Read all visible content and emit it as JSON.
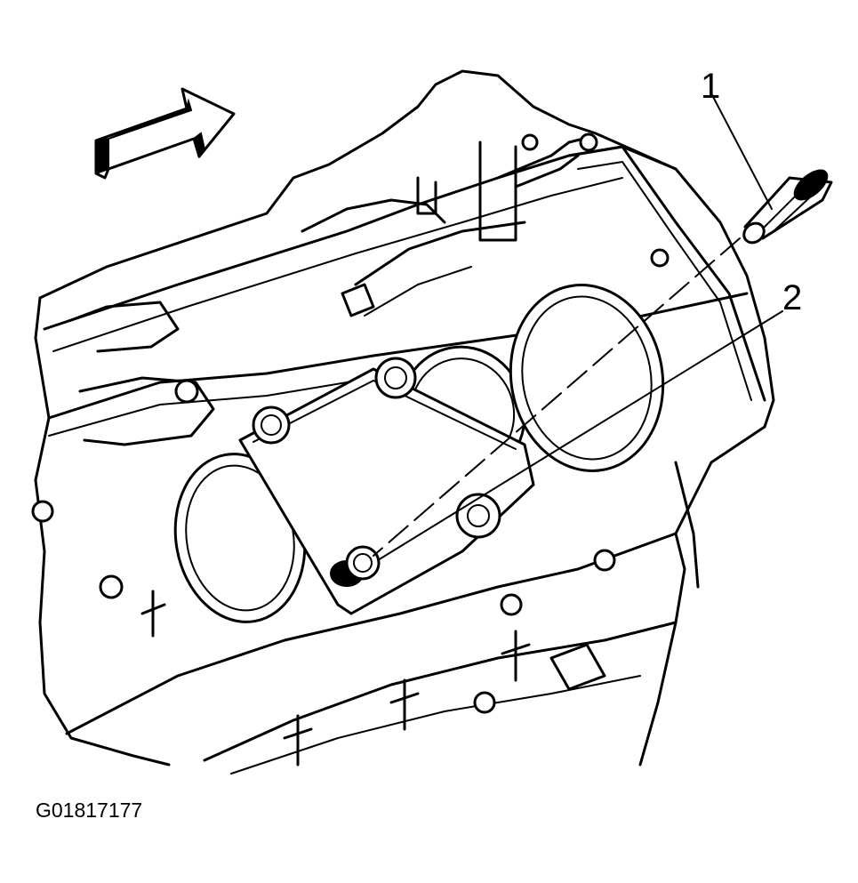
{
  "figure_id": "G01817177",
  "callouts": [
    {
      "number": "1"
    },
    {
      "number": "2"
    }
  ],
  "colors": {
    "line": "#000000",
    "background": "#ffffff"
  }
}
